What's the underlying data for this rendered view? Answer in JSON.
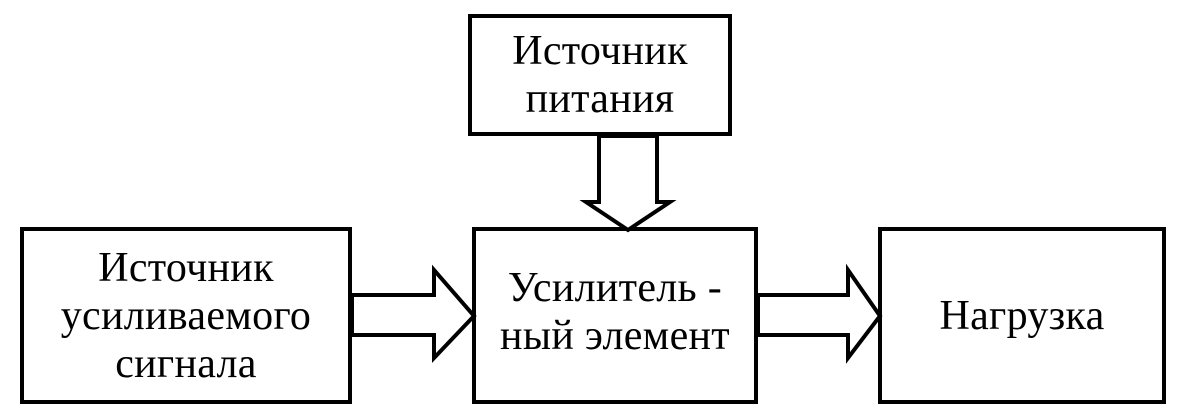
{
  "blocks": {
    "power_source": {
      "lines": [
        "Источник",
        "питания"
      ]
    },
    "signal_source": {
      "lines": [
        "Источник",
        "усиливаемого",
        "сигнала"
      ]
    },
    "amplifier": {
      "lines": [
        "Усилитель -",
        "ный  элемент"
      ]
    },
    "load": {
      "lines": [
        "Нагрузка"
      ]
    }
  }
}
